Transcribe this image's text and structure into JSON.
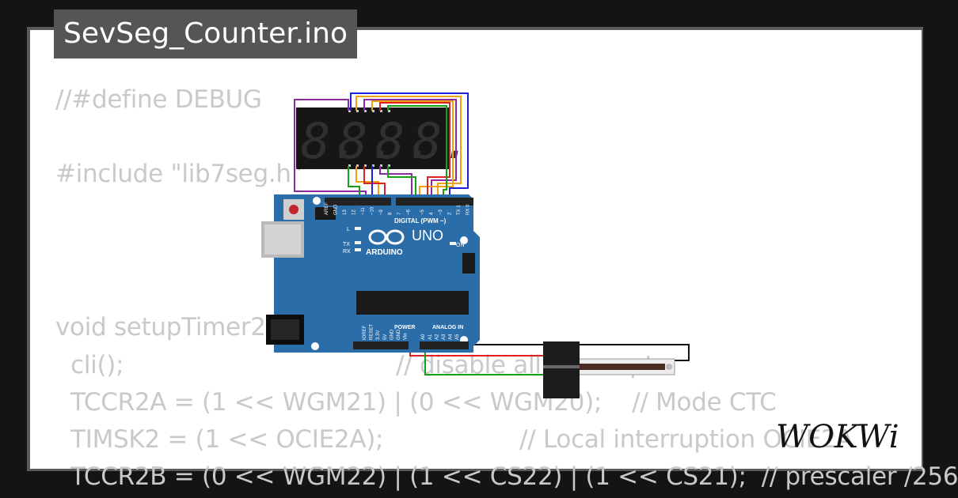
{
  "project": {
    "filename": "SevSeg_Counter.ino"
  },
  "code_lines": [
    "//#define DEBUG",
    "",
    "#include \"lib7seg.h\"",
    "",
    "",
    "",
    "void setupTimer2() {",
    "  cli();                                    // disable all interrupts",
    "  TCCR2A = (1 << WGM21) | (0 << WGM20);    // Mode CTC",
    "  TIMSK2 = (1 << OCIE2A);                  // Local interruption OCIE2A",
    "  TCCR2B = (0 << WGM22) | (1 << CS22) | (1 << CS21);  // prescaler /256"
  ],
  "board": {
    "brand": "ARDUINO",
    "model": "UNO",
    "header_digital": "DIGITAL (PWM ~)",
    "header_power": "POWER",
    "header_analog": "ANALOG IN",
    "led_l": "L",
    "led_tx": "TX",
    "led_rx": "RX",
    "led_on": "ON",
    "pin_aref": "AREF",
    "pin_gnd": "GND",
    "digital_pins": [
      "13",
      "12",
      "~11",
      "~10",
      "~9",
      "8",
      "7",
      "~6",
      "~5",
      "4",
      "~3",
      "2",
      "TX 1",
      "RX 0"
    ],
    "power_pins": [
      "IOREF",
      "RESET",
      "3.3V",
      "5V",
      "GND",
      "GND",
      "Vin"
    ],
    "analog_pins": [
      "A0",
      "A1",
      "A2",
      "A3",
      "A4",
      "A5"
    ]
  },
  "display": {
    "digits": [
      "8.",
      "8.",
      "8.",
      "8."
    ]
  },
  "colors": {
    "wire_purple": "#8a2ca0",
    "wire_blue": "#1e22d6",
    "wire_orange": "#f0a010",
    "wire_red": "#e02020",
    "wire_green": "#14a014",
    "wire_black": "#111111",
    "board_blue": "#2b6da8"
  },
  "brand": {
    "logo_text": "WOKWi"
  }
}
